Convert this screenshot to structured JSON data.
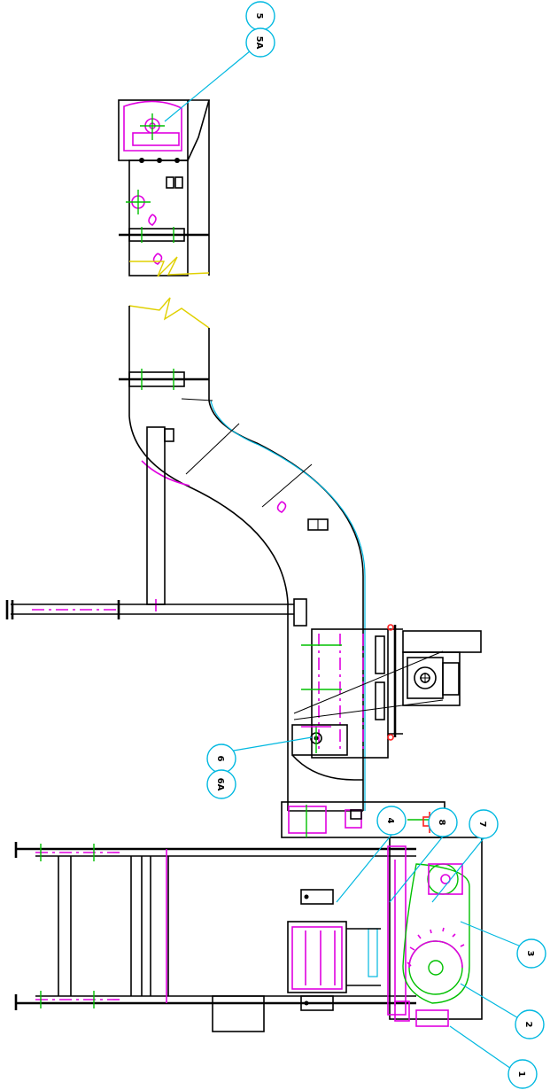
{
  "callouts": [
    {
      "id": "c5",
      "text": "5"
    },
    {
      "id": "c5a",
      "text": "5A"
    },
    {
      "id": "c6",
      "text": "6"
    },
    {
      "id": "c6a",
      "text": "6A"
    },
    {
      "id": "c4",
      "text": "4"
    },
    {
      "id": "c8",
      "text": "8"
    },
    {
      "id": "c7",
      "text": "7"
    },
    {
      "id": "c3",
      "text": "3"
    },
    {
      "id": "c2",
      "text": "2"
    },
    {
      "id": "c1",
      "text": "1"
    }
  ]
}
